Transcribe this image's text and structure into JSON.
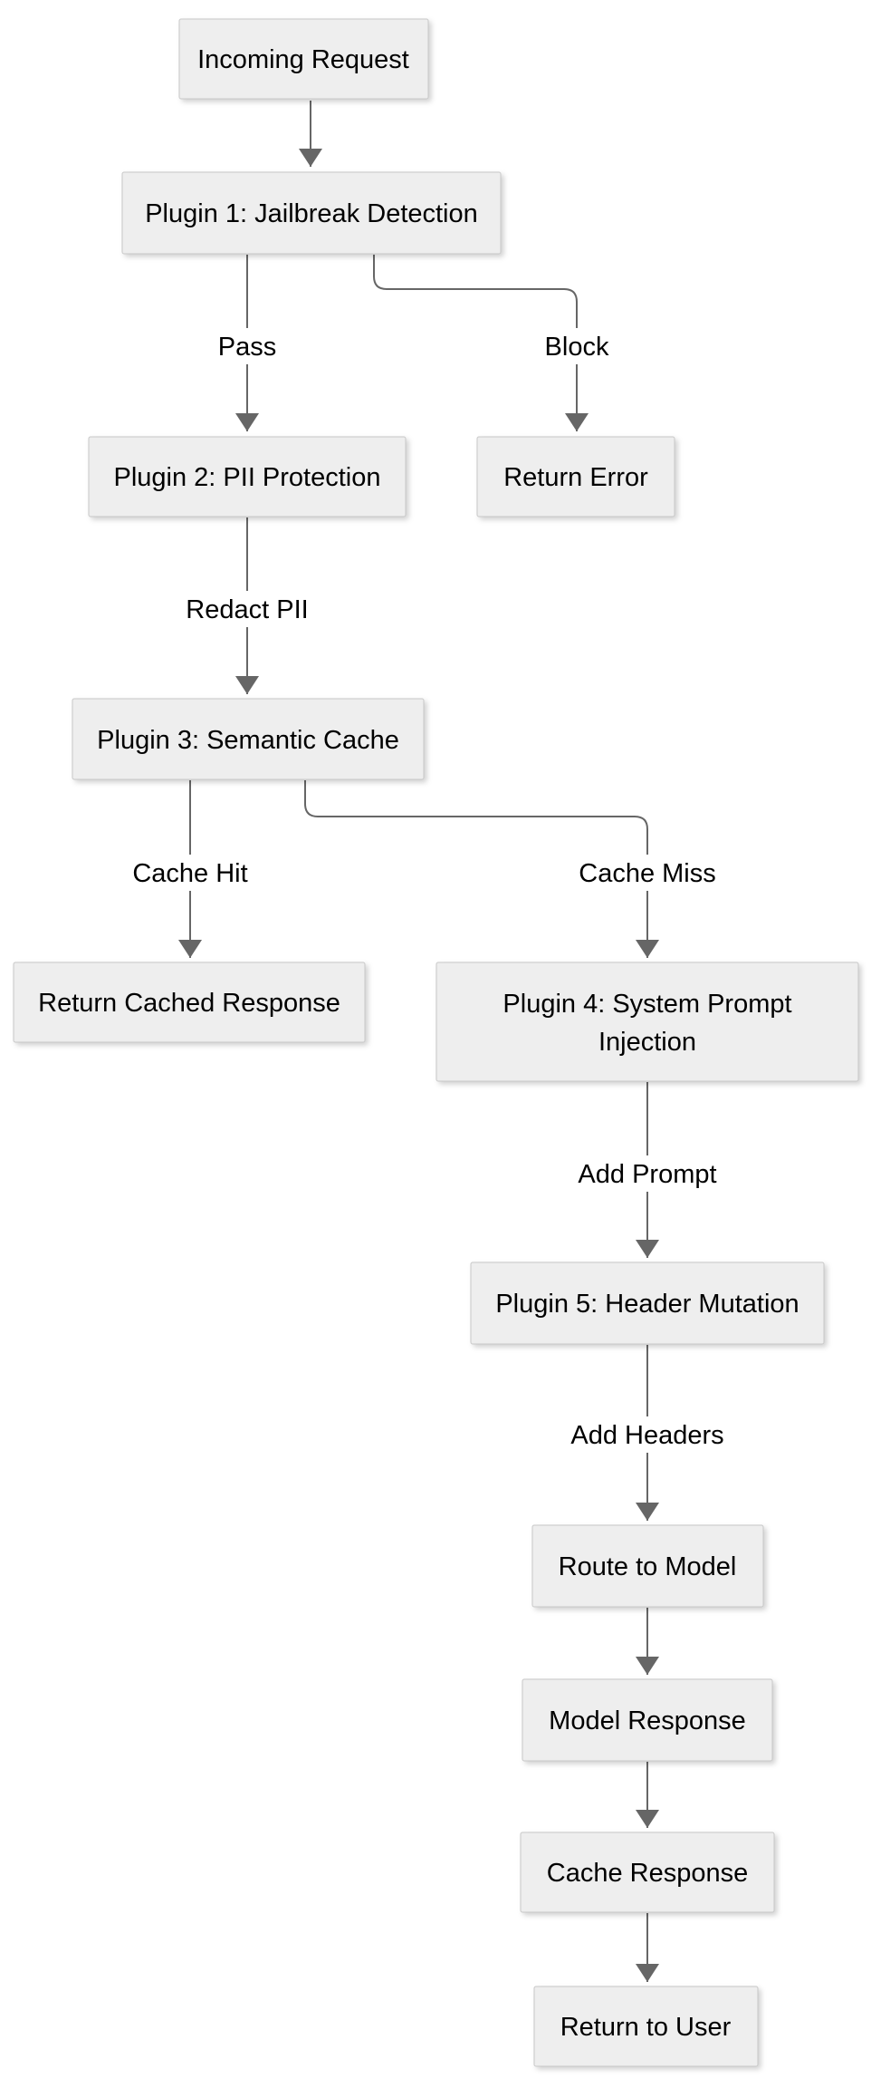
{
  "diagram": {
    "type": "flowchart",
    "direction": "top-down",
    "colors": {
      "background": "#ffffff",
      "node_fill": "#eeeeee",
      "node_border": "#c8c8c8",
      "edge": "#666666",
      "text": "#000000",
      "edge_label_background": "#ffffff"
    },
    "nodes": {
      "incoming_request": {
        "label": "Incoming Request"
      },
      "plugin1": {
        "label": "Plugin 1: Jailbreak Detection"
      },
      "plugin2": {
        "label": "Plugin 2: PII Protection"
      },
      "return_error": {
        "label": "Return Error"
      },
      "plugin3": {
        "label": "Plugin 3: Semantic Cache"
      },
      "return_cached": {
        "label": "Return Cached Response"
      },
      "plugin4": {
        "label_line1": "Plugin 4: System Prompt",
        "label_line2": "Injection"
      },
      "plugin5": {
        "label": "Plugin 5: Header Mutation"
      },
      "route_to_model": {
        "label": "Route to Model"
      },
      "model_response": {
        "label": "Model Response"
      },
      "cache_response": {
        "label": "Cache Response"
      },
      "return_to_user": {
        "label": "Return to User"
      }
    },
    "edge_labels": {
      "pass": "Pass",
      "block": "Block",
      "redact_pii": "Redact PII",
      "cache_hit": "Cache Hit",
      "cache_miss": "Cache Miss",
      "add_prompt": "Add Prompt",
      "add_headers": "Add Headers"
    },
    "edges": [
      {
        "from": "Incoming Request",
        "to": "Plugin 1: Jailbreak Detection",
        "label": ""
      },
      {
        "from": "Plugin 1: Jailbreak Detection",
        "to": "Plugin 2: PII Protection",
        "label": "Pass"
      },
      {
        "from": "Plugin 1: Jailbreak Detection",
        "to": "Return Error",
        "label": "Block"
      },
      {
        "from": "Plugin 2: PII Protection",
        "to": "Plugin 3: Semantic Cache",
        "label": "Redact PII"
      },
      {
        "from": "Plugin 3: Semantic Cache",
        "to": "Return Cached Response",
        "label": "Cache Hit"
      },
      {
        "from": "Plugin 3: Semantic Cache",
        "to": "Plugin 4: System Prompt Injection",
        "label": "Cache Miss"
      },
      {
        "from": "Plugin 4: System Prompt Injection",
        "to": "Plugin 5: Header Mutation",
        "label": "Add Prompt"
      },
      {
        "from": "Plugin 5: Header Mutation",
        "to": "Route to Model",
        "label": "Add Headers"
      },
      {
        "from": "Route to Model",
        "to": "Model Response",
        "label": ""
      },
      {
        "from": "Model Response",
        "to": "Cache Response",
        "label": ""
      },
      {
        "from": "Cache Response",
        "to": "Return to User",
        "label": ""
      }
    ]
  }
}
